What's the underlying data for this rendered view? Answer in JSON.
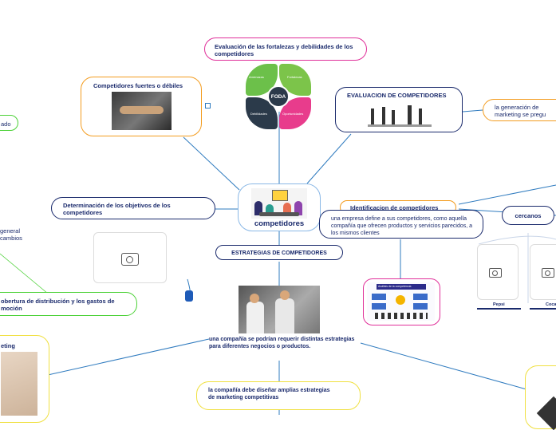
{
  "central": {
    "label": "competidores"
  },
  "nodes": {
    "evaluacion_foda": "Evaluación de las fortalezas y debilidades de los competidores",
    "foda": {
      "center": "FODA",
      "q1": "Amenazas",
      "q2": "Fortalezas",
      "q3": "Debilidades",
      "q4": "Oportunidades"
    },
    "competidores_fuertes": "Competidores fuertes o débiles",
    "evaluacion_competidores": "EVALUACION DE COMPETIDORES",
    "generacion_marketing": "la generación de marketing se pregu",
    "determinacion": "Determinación de los objetivos de los competidores",
    "identificacion": "Identificacion de competidores",
    "empresa_define": "una empresa define a sus competidores, como aquella  compañía que ofrecen productos y servicios parecidos,  a los mismos clientes",
    "cercanos": "cercanos",
    "pepsi": "Pepsi",
    "coca": "Coca",
    "estrategias": "ESTRATEGIAS DE COMPETIDORES",
    "requerir": "una compañía se podrían requerir distintas estrategias para diferentes negocios o productos.",
    "debe_disenar": "la compañía debe diseñar amplias estrategias de marketing competitivas",
    "cobertura": "obertura de distribución y los gastos de moción",
    "general": "general cambios",
    "ado": "ado",
    "eting": "eting",
    "analisis_title": "Análisis de la competencia"
  },
  "colors": {
    "magenta": "#e0309a",
    "orange": "#f39c1f",
    "navy": "#1a2a6c",
    "green": "#4cd137",
    "lightblue": "#8ab8e6",
    "yellow": "#f0e040",
    "line": "#2f7bbf"
  }
}
